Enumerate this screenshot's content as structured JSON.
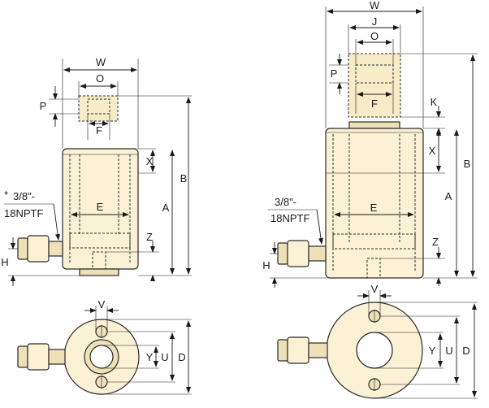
{
  "colors": {
    "body": "#fbf1d4",
    "body_dark": "#efe0b8",
    "line": "#1a1a1a"
  },
  "left_side": {
    "labels": {
      "W": "W",
      "O": "O",
      "P": "P",
      "F": "F",
      "X": "X",
      "B": "B",
      "A": "A",
      "E": "E",
      "Z": "Z",
      "H": "H"
    },
    "port_star": "*",
    "port_line1": "3/8\"-",
    "port_line2": "18NPTF"
  },
  "right_side": {
    "labels": {
      "W": "W",
      "J": "J",
      "O": "O",
      "P": "P",
      "F": "F",
      "K": "K",
      "X": "X",
      "B": "B",
      "A": "A",
      "E": "E",
      "Z": "Z",
      "H": "H"
    },
    "port_line1": "3/8\"-",
    "port_line2": "18NPTF"
  },
  "left_bottom": {
    "labels": {
      "V": "V",
      "Y": "Y",
      "U": "U",
      "D": "D"
    }
  },
  "right_bottom": {
    "labels": {
      "V": "V",
      "Y": "Y",
      "U": "U",
      "D": "D"
    }
  }
}
